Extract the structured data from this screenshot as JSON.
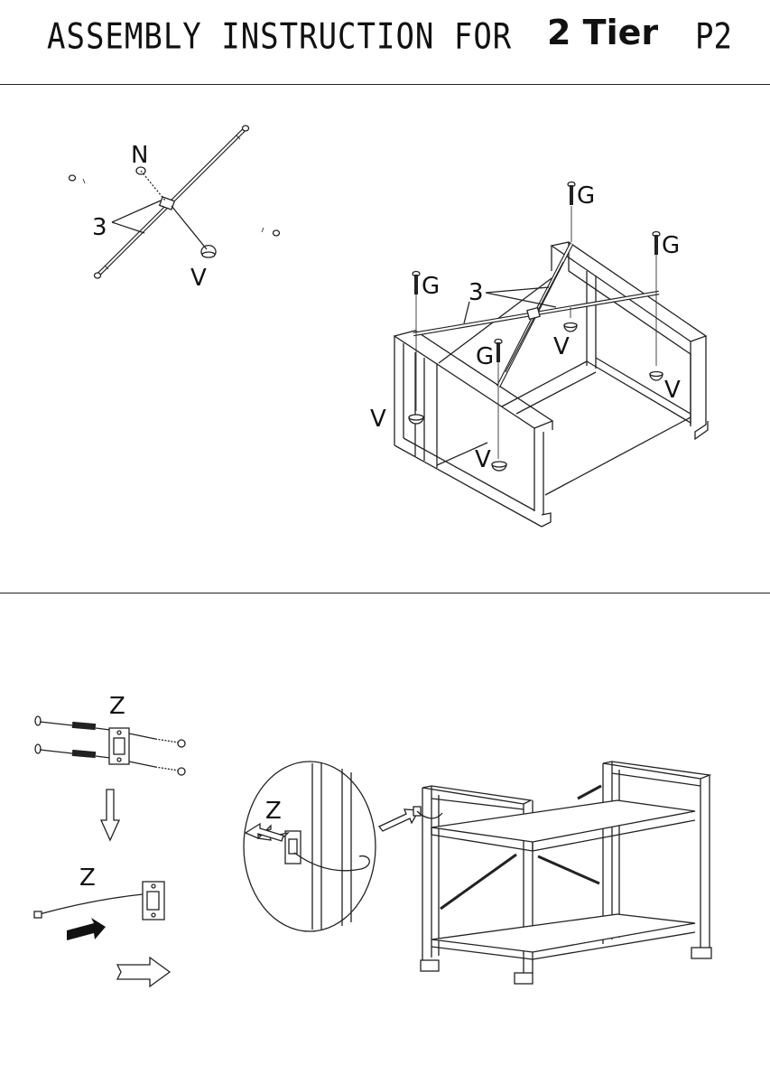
{
  "header": {
    "title_text": "ASSEMBLY INSTRUCTION FOR",
    "model_text": "2 Tier",
    "page_label": "P2"
  },
  "step1": {
    "crossbar_labels": {
      "screw": "N",
      "bars": "3",
      "cap": "V"
    },
    "frame_labels": {
      "bolt_a": "G",
      "bolt_b": "G",
      "bolt_c": "G",
      "bolt_d": "G",
      "bars": "3",
      "cap_a": "V",
      "cap_b": "V",
      "cap_c": "V",
      "cap_d": "V"
    }
  },
  "step2": {
    "anchor_label_top": "Z",
    "anchor_label_mid": "Z",
    "anchor_label_detail": "Z"
  }
}
